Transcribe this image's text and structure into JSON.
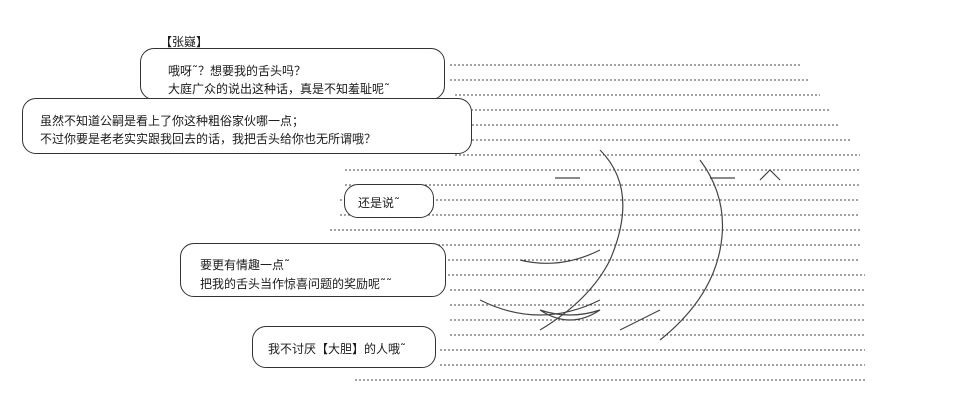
{
  "speaker": "【张嶷】",
  "bubble1": [
    "哦呀˜？想要我的舌头吗？",
    "大庭广众的说出这种话，真是不知羞耻呢˜"
  ],
  "bubble2": [
    "虽然不知道公嗣是看上了你这种粗俗家伙哪一点；",
    "不过你要是老老实实跟我回去的话，我把舌头给你也无所谓哦？"
  ],
  "bubble3": [
    "还是说˜"
  ],
  "bubble4": [
    "要更有情趣一点˜",
    "把我的舌头当作惊喜问题的奖励呢˜˜"
  ],
  "bubble5": [
    "我不讨厌【大胆】的人哦˜"
  ],
  "art_color": "#444444"
}
